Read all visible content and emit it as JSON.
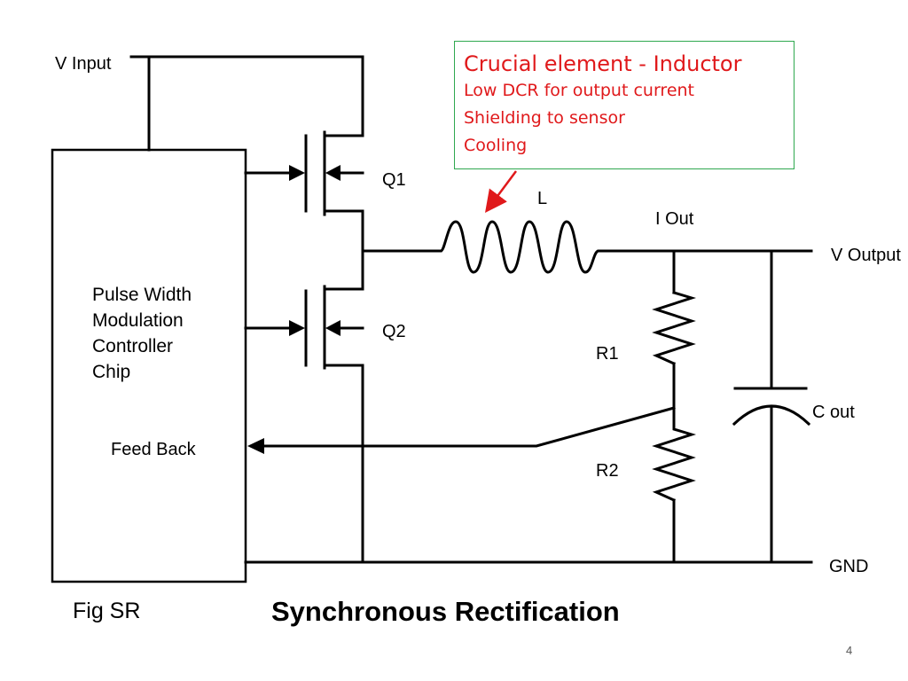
{
  "labels": {
    "v_input": "V Input",
    "q1": "Q1",
    "q2": "Q2",
    "l": "L",
    "i_out": "I Out",
    "v_output": "V Output",
    "r1": "R1",
    "r2": "R2",
    "c_out": "C out",
    "gnd": "GND",
    "feed_back": "Feed Back"
  },
  "controller": {
    "lines": [
      "Pulse Width",
      "Modulation",
      "Controller",
      "Chip"
    ]
  },
  "callout": {
    "title": "Crucial element - Inductor",
    "items": [
      "Low DCR for output current",
      "Shielding to sensor",
      "Cooling"
    ],
    "text_color": "#e0191b",
    "border_color": "#2fa84f"
  },
  "caption": {
    "fig": "Fig SR",
    "title": "Synchronous Rectification"
  },
  "page_number": "4"
}
